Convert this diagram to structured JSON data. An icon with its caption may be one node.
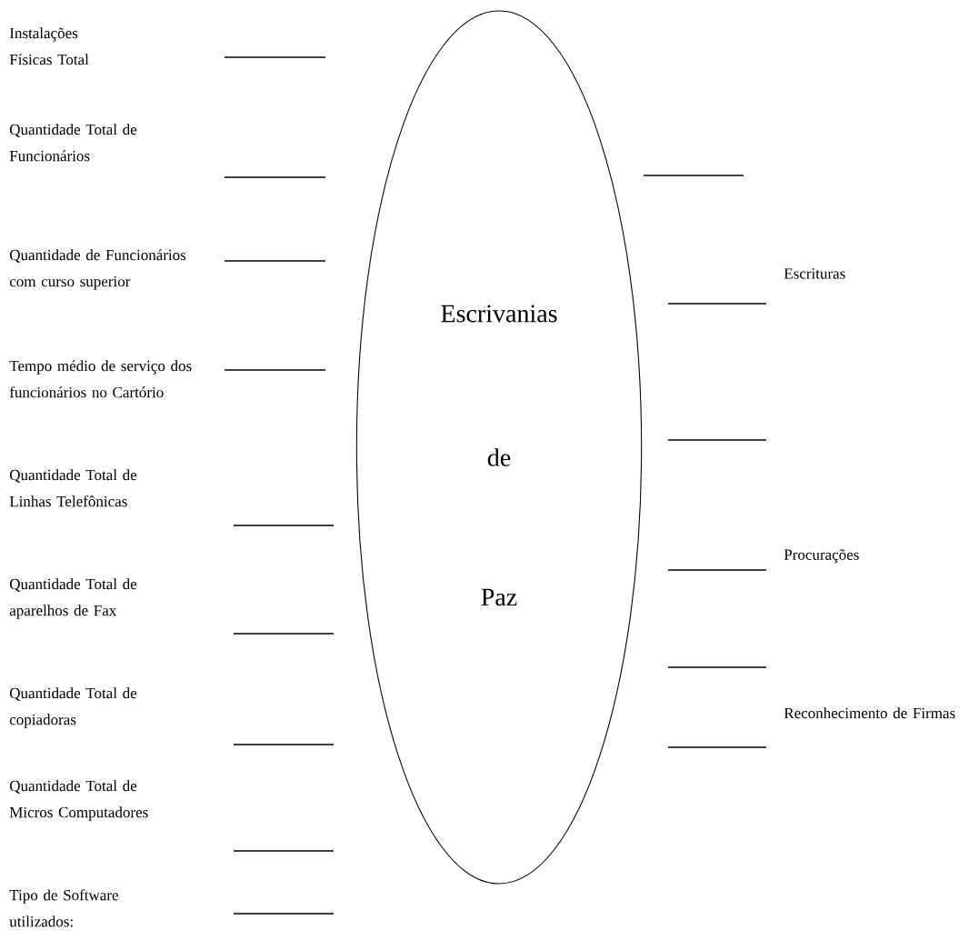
{
  "diagram": {
    "nodes": [
      {
        "text": [
          "Escrivanias",
          "de",
          "Paz"
        ]
      }
    ],
    "labels": [
      "Instalações Físicas Total",
      "Quantidade Total de Funcionários",
      "Quantidade de Funcionários com curso superior",
      "Tempo médio de serviço dos funcionários no Cartório",
      "Quantidade Total de Linhas Telefônicas",
      "Quantidade Total de aparelhos de Fax",
      "Quantidade Total de copiadoras",
      "Quantidade Total de Micros Computadores",
      "Tipo de Software utilizados:",
      "Escrituras",
      "Procurações",
      "Reconhecimento de Firmas"
    ]
  }
}
